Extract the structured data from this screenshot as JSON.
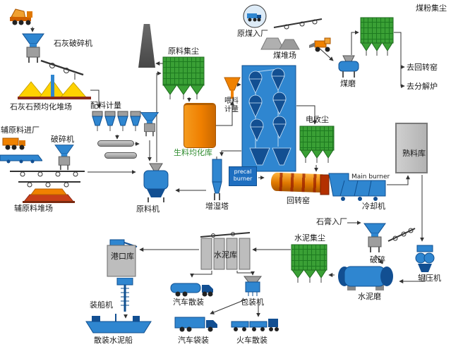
{
  "labels": {
    "limestone_crusher": "石灰破碎机",
    "limestone_preblending_yard": "石灰石预均化堆场",
    "batching_metering": "配料计量",
    "aux_material_inbound": "辅原料进厂",
    "aux_crusher": "破碎机",
    "aux_material_yard": "辅原料堆场",
    "raw_material_dust_collector": "原料集尘",
    "raw_meal_homogenizing_silo": "生料均化库",
    "feeding_metering": "喂料计量",
    "raw_coal_inbound": "原煤入厂",
    "coal_yard": "煤堆场",
    "coal_dust_collector": "煤粉集尘",
    "coal_mill": "煤磨",
    "to_rotary_kiln": "去回转窑",
    "to_calciner": "去分解炉",
    "electrostatic_precipitator": "电收尘",
    "clinker_silo": "熟料库",
    "precal_burner": "precal burner",
    "main_burner": "Main burner",
    "rotary_kiln": "回转窑",
    "cooler": "冷却机",
    "humidifying_tower": "增湿塔",
    "raw_mill": "原料机",
    "gypsum_inbound": "石膏入厂",
    "cement_dust_collector": "水泥集尘",
    "crushing": "破碎",
    "roller_press": "辊压机",
    "cement_mill": "水泥磨",
    "cement_silo": "水泥库",
    "port_silo": "港口库",
    "ship_loader": "装船机",
    "bulk_cement_ship": "散装水泥船",
    "truck_bulk_loading": "汽车散装",
    "bagging_machine": "包装机",
    "truck_bag_loading": "汽车袋装",
    "train_bulk_loading": "火车散装"
  },
  "icons": [
    "mixer-truck-icon",
    "dump-truck-icon",
    "hopper-crusher-icon",
    "conveyor-icon",
    "stockpile-icon",
    "chimney-icon",
    "bag-filter-icon",
    "storage-silo-icon",
    "cyclone-preheater-icon",
    "rotary-kiln-icon",
    "grate-cooler-icon",
    "ball-mill-icon",
    "roller-press-icon",
    "packing-machine-icon",
    "ship-icon",
    "train-icon",
    "wheel-loader-icon",
    "ship-loader-icon",
    "humidifying-tower-icon",
    "coal-mill-icon"
  ],
  "colors": {
    "filter_green": "#3aa035",
    "equipment_blue": "#2f86d0",
    "dark_blue": "#124f92",
    "tank_orange": "#f08200",
    "pile_yellow": "#ffd200",
    "silo_gray": "#b9b9b9",
    "kiln_orange": "#e07800",
    "line_black": "#333333",
    "label_green": "#2e8b2e"
  }
}
